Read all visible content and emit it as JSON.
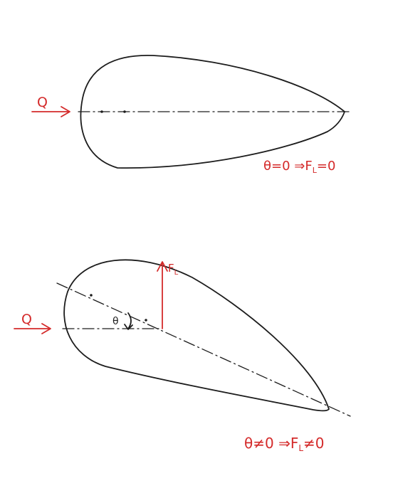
{
  "colors": {
    "background": "#ffffff",
    "pencil": "#1c1c1c",
    "ink": "#d42a2a"
  },
  "figure_top": {
    "flow_label": "Q",
    "caption": "θ=0 ⇒F",
    "caption_sub": "L",
    "caption_tail": "=0"
  },
  "figure_bottom": {
    "flow_label": "Q",
    "angle_label": "θ",
    "lift_label": "F",
    "lift_label_sub": "L",
    "caption": "θ≠0 ⇒F",
    "caption_sub": "L",
    "caption_tail": "≠0"
  }
}
